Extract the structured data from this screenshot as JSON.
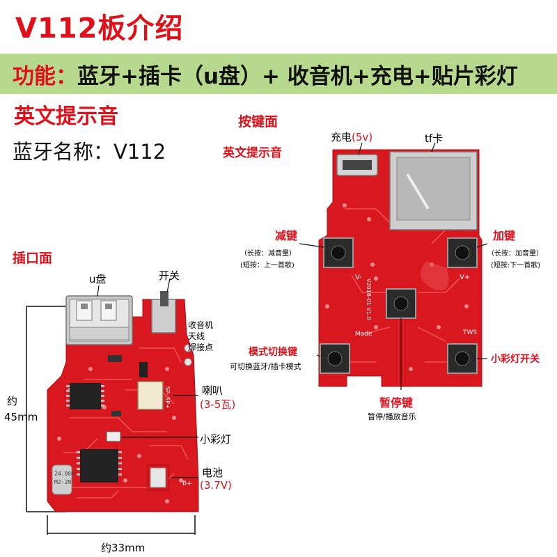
{
  "title": "V112板介绍",
  "function_bar": {
    "label": "功能：",
    "text": "蓝牙+插卡（u盘）+ 收音机+充电+贴片彩灯"
  },
  "subtitle_english_prompt": "英文提示音",
  "bluetooth_name": "蓝牙名称：V112",
  "colors": {
    "accent_red": "#e0101a",
    "bar_green": "#b7d98d",
    "pcb_red": "#d8171e"
  },
  "port_side": {
    "heading": "插口面",
    "usb_label": "u盘",
    "switch_label": "开关",
    "antenna_label_1": "收音机",
    "antenna_label_2": "天线",
    "antenna_label_3": "焊接点",
    "speaker_label": "喇叭",
    "speaker_spec": "(3-5瓦)",
    "led_label": "小彩灯",
    "battery_label": "电池",
    "battery_spec": "(3.7V)",
    "height_label_1": "约",
    "height_label_2": "45mm",
    "width_label": "约33mm",
    "chip_text_1": "24.000",
    "chip_text_2": "M2-2N",
    "silk_sp": "SP- SP+",
    "silk_b": "B+"
  },
  "button_side": {
    "heading": "按键面",
    "english_prompt": "英文提示音",
    "charge_label": "充电",
    "charge_spec": "(5v)",
    "tf_label": "tf卡",
    "minus_key": "减键",
    "minus_long": "（长按：减音量）",
    "minus_short": "(短按：上一首歌)",
    "plus_key": "加键",
    "plus_long": "（长按：加音量）",
    "plus_short": "(短按:下一首歌)",
    "mode_key": "模式切换键",
    "mode_desc": "可切换蓝牙/插卡模式",
    "led_switch": "小彩灯开关",
    "pause_key": "暂停键",
    "pause_desc": "暂停/播放音乐",
    "silk_v_minus": "V-",
    "silk_v_plus": "V+",
    "silk_tws": "TWS",
    "silk_mode": "Mode",
    "silk_board": "V2018-01 V1.0"
  }
}
